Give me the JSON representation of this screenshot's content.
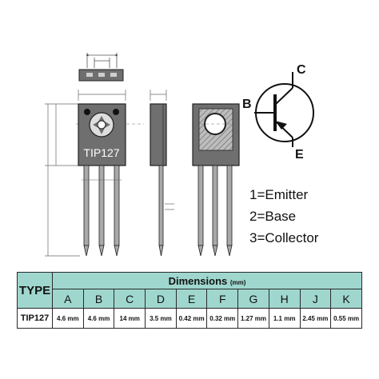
{
  "part_label": "TIP127",
  "symbol": {
    "pins": {
      "base": "B",
      "collector": "C",
      "emitter": "E"
    }
  },
  "pin_legend": [
    "1=Emitter",
    "2=Base",
    "3=Collector"
  ],
  "table": {
    "type_header": "TYPE",
    "dimensions_header": "Dimensions",
    "dimensions_unit": "(mm)",
    "columns": [
      "A",
      "B",
      "C",
      "D",
      "E",
      "F",
      "G",
      "H",
      "J",
      "K"
    ],
    "row": {
      "type": "TIP127",
      "values": [
        "4.6 mm",
        "4.6 mm",
        "14 mm",
        "3.5 mm",
        "0.42 mm",
        "0.32 mm",
        "1.27 mm",
        "1.1 mm",
        "2.45 mm",
        "0.55 mm"
      ]
    }
  },
  "colors": {
    "header_bg": "#9fd7cf",
    "body_fill": "#6f6f6f",
    "lead_fill": "#a9a9a9",
    "line": "#222222"
  }
}
